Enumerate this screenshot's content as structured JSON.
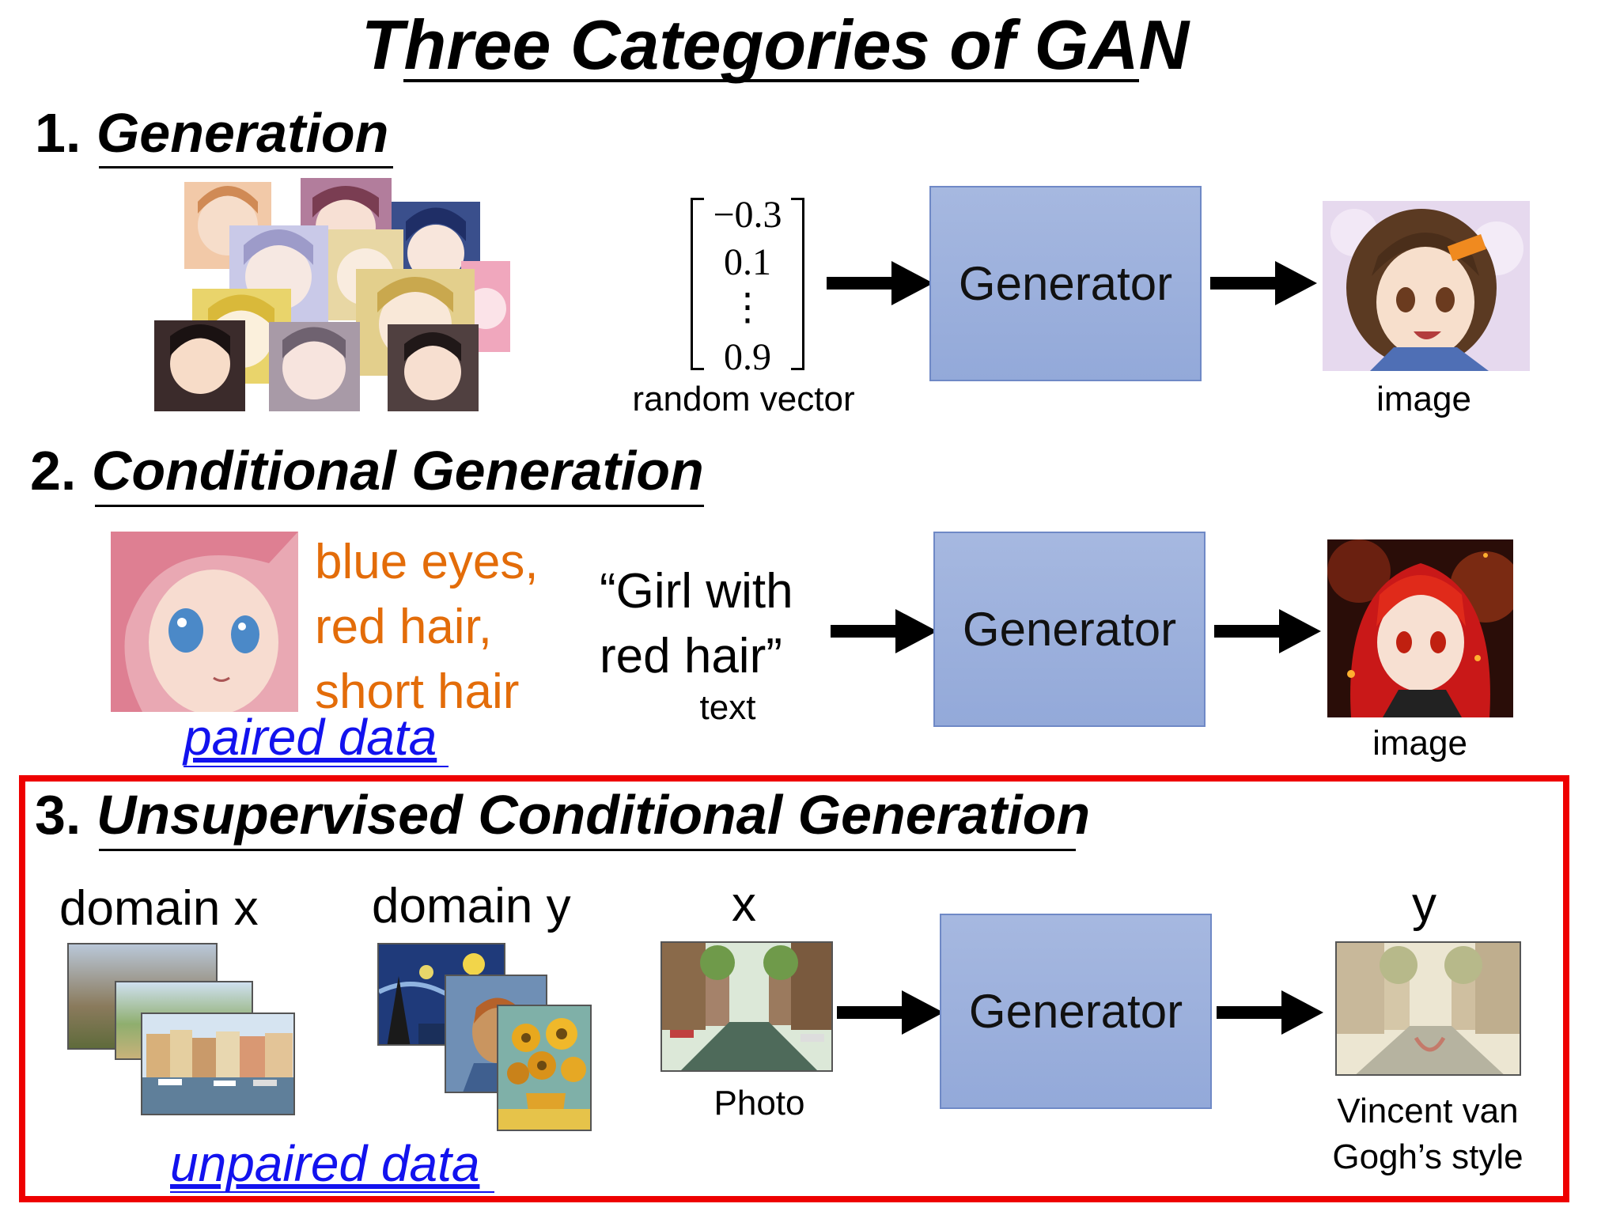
{
  "title": "Three Categories of GAN",
  "sections": [
    {
      "number": "1.",
      "name": "Generation",
      "vector_values": [
        "−0.3",
        "0.1",
        "⋮",
        "0.9"
      ],
      "vector_caption": "random vector",
      "generator_label": "Generator",
      "output_caption": "image"
    },
    {
      "number": "2.",
      "name": "Conditional Generation",
      "attributes": [
        "blue eyes,",
        "red hair,",
        "short hair"
      ],
      "paired_label": "paired data",
      "text_input": [
        "“Girl with",
        "red hair”"
      ],
      "text_caption": "text",
      "generator_label": "Generator",
      "output_caption": "image"
    },
    {
      "number": "3.",
      "name": "Unsupervised Conditional Generation",
      "domain_x": "domain x",
      "domain_y": "domain y",
      "unpaired_label": "unpaired data",
      "input_var": "x",
      "input_caption": "Photo",
      "generator_label": "Generator",
      "output_var": "y",
      "output_caption": [
        "Vincent van",
        "Gogh’s style"
      ]
    }
  ],
  "colors": {
    "generator_fill": "#9db1de",
    "highlight_frame": "#ee0000",
    "attribute_text": "#e36c09",
    "data_label": "#1212ee"
  }
}
